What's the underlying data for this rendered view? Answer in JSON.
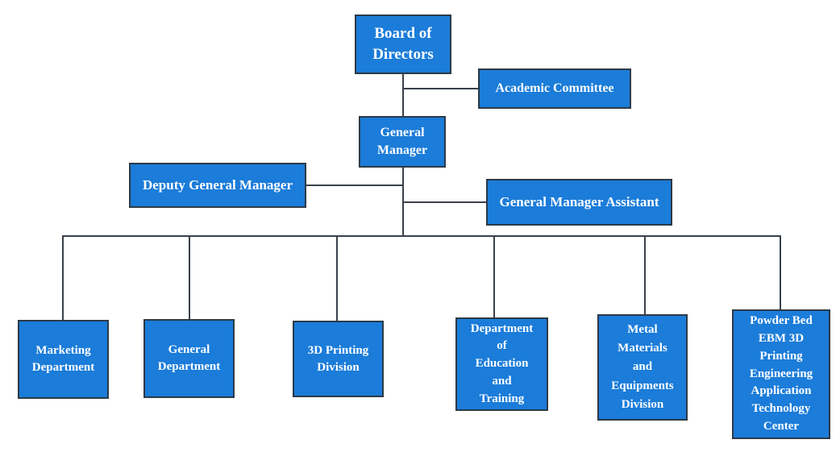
{
  "colors": {
    "node_fill": "#1b7cd9",
    "node_border": "#2c3a47",
    "connector": "#3a414b",
    "node_text": "#ffffff",
    "background": "#ffffff"
  },
  "org_chart": {
    "type": "organizational-chart",
    "nodes": {
      "board": {
        "label": "Board of\nDirectors"
      },
      "academic": {
        "label": "Academic Committee"
      },
      "gm": {
        "label": "General\nManager"
      },
      "deputy": {
        "label": "Deputy General Manager"
      },
      "assistant": {
        "label": "General Manager Assistant"
      },
      "marketing": {
        "label": "Marketing\nDepartment"
      },
      "general_dept": {
        "label": "General\nDepartment"
      },
      "printing": {
        "label": "3D Printing\nDivision"
      },
      "education": {
        "label": "Department\nof\nEducation\nand\nTraining"
      },
      "metal": {
        "label": "Metal\nMaterials\nand\nEquipments\nDivision"
      },
      "powder": {
        "label": "Powder Bed\nEBM 3D\nPrinting\nEngineering\nApplication\nTechnology\nCenter"
      }
    },
    "edges": [
      {
        "from": "Board of Directors",
        "to": "Academic Committee"
      },
      {
        "from": "Board of Directors",
        "to": "General Manager"
      },
      {
        "from": "General Manager",
        "to": "Deputy General Manager"
      },
      {
        "from": "General Manager",
        "to": "General Manager Assistant"
      },
      {
        "from": "General Manager",
        "to": "Marketing Department"
      },
      {
        "from": "General Manager",
        "to": "General Department"
      },
      {
        "from": "General Manager",
        "to": "3D Printing Division"
      },
      {
        "from": "General Manager",
        "to": "Department of Education and Training"
      },
      {
        "from": "General Manager",
        "to": "Metal Materials and Equipments Division"
      },
      {
        "from": "General Manager",
        "to": "Powder Bed EBM 3D Printing Engineering Application Technology Center"
      }
    ]
  }
}
